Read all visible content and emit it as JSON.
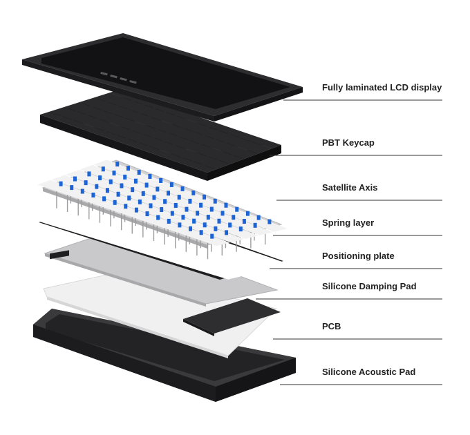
{
  "colors": {
    "background": "#ffffff",
    "dark_layer": "#2b2b2d",
    "key_black": "#1f1f21",
    "switch_blue": "#1c64d6",
    "switch_white": "#f2f2f2",
    "metal": "#c9c9cb",
    "pad_light": "#eeeeee",
    "leader_line": "#333333",
    "label_text": "#222222"
  },
  "labels": [
    {
      "id": "lcd",
      "text": "Fully laminated LCD display"
    },
    {
      "id": "keycap",
      "text": "PBT Keycap"
    },
    {
      "id": "satellite",
      "text": "Satellite Axis"
    },
    {
      "id": "spring",
      "text": "Spring layer"
    },
    {
      "id": "positioning",
      "text": "Positioning plate"
    },
    {
      "id": "damping",
      "text": "Silicone Damping Pad"
    },
    {
      "id": "pcb",
      "text": "PCB"
    },
    {
      "id": "acoustic",
      "text": "Silicone Acoustic Pad"
    }
  ]
}
